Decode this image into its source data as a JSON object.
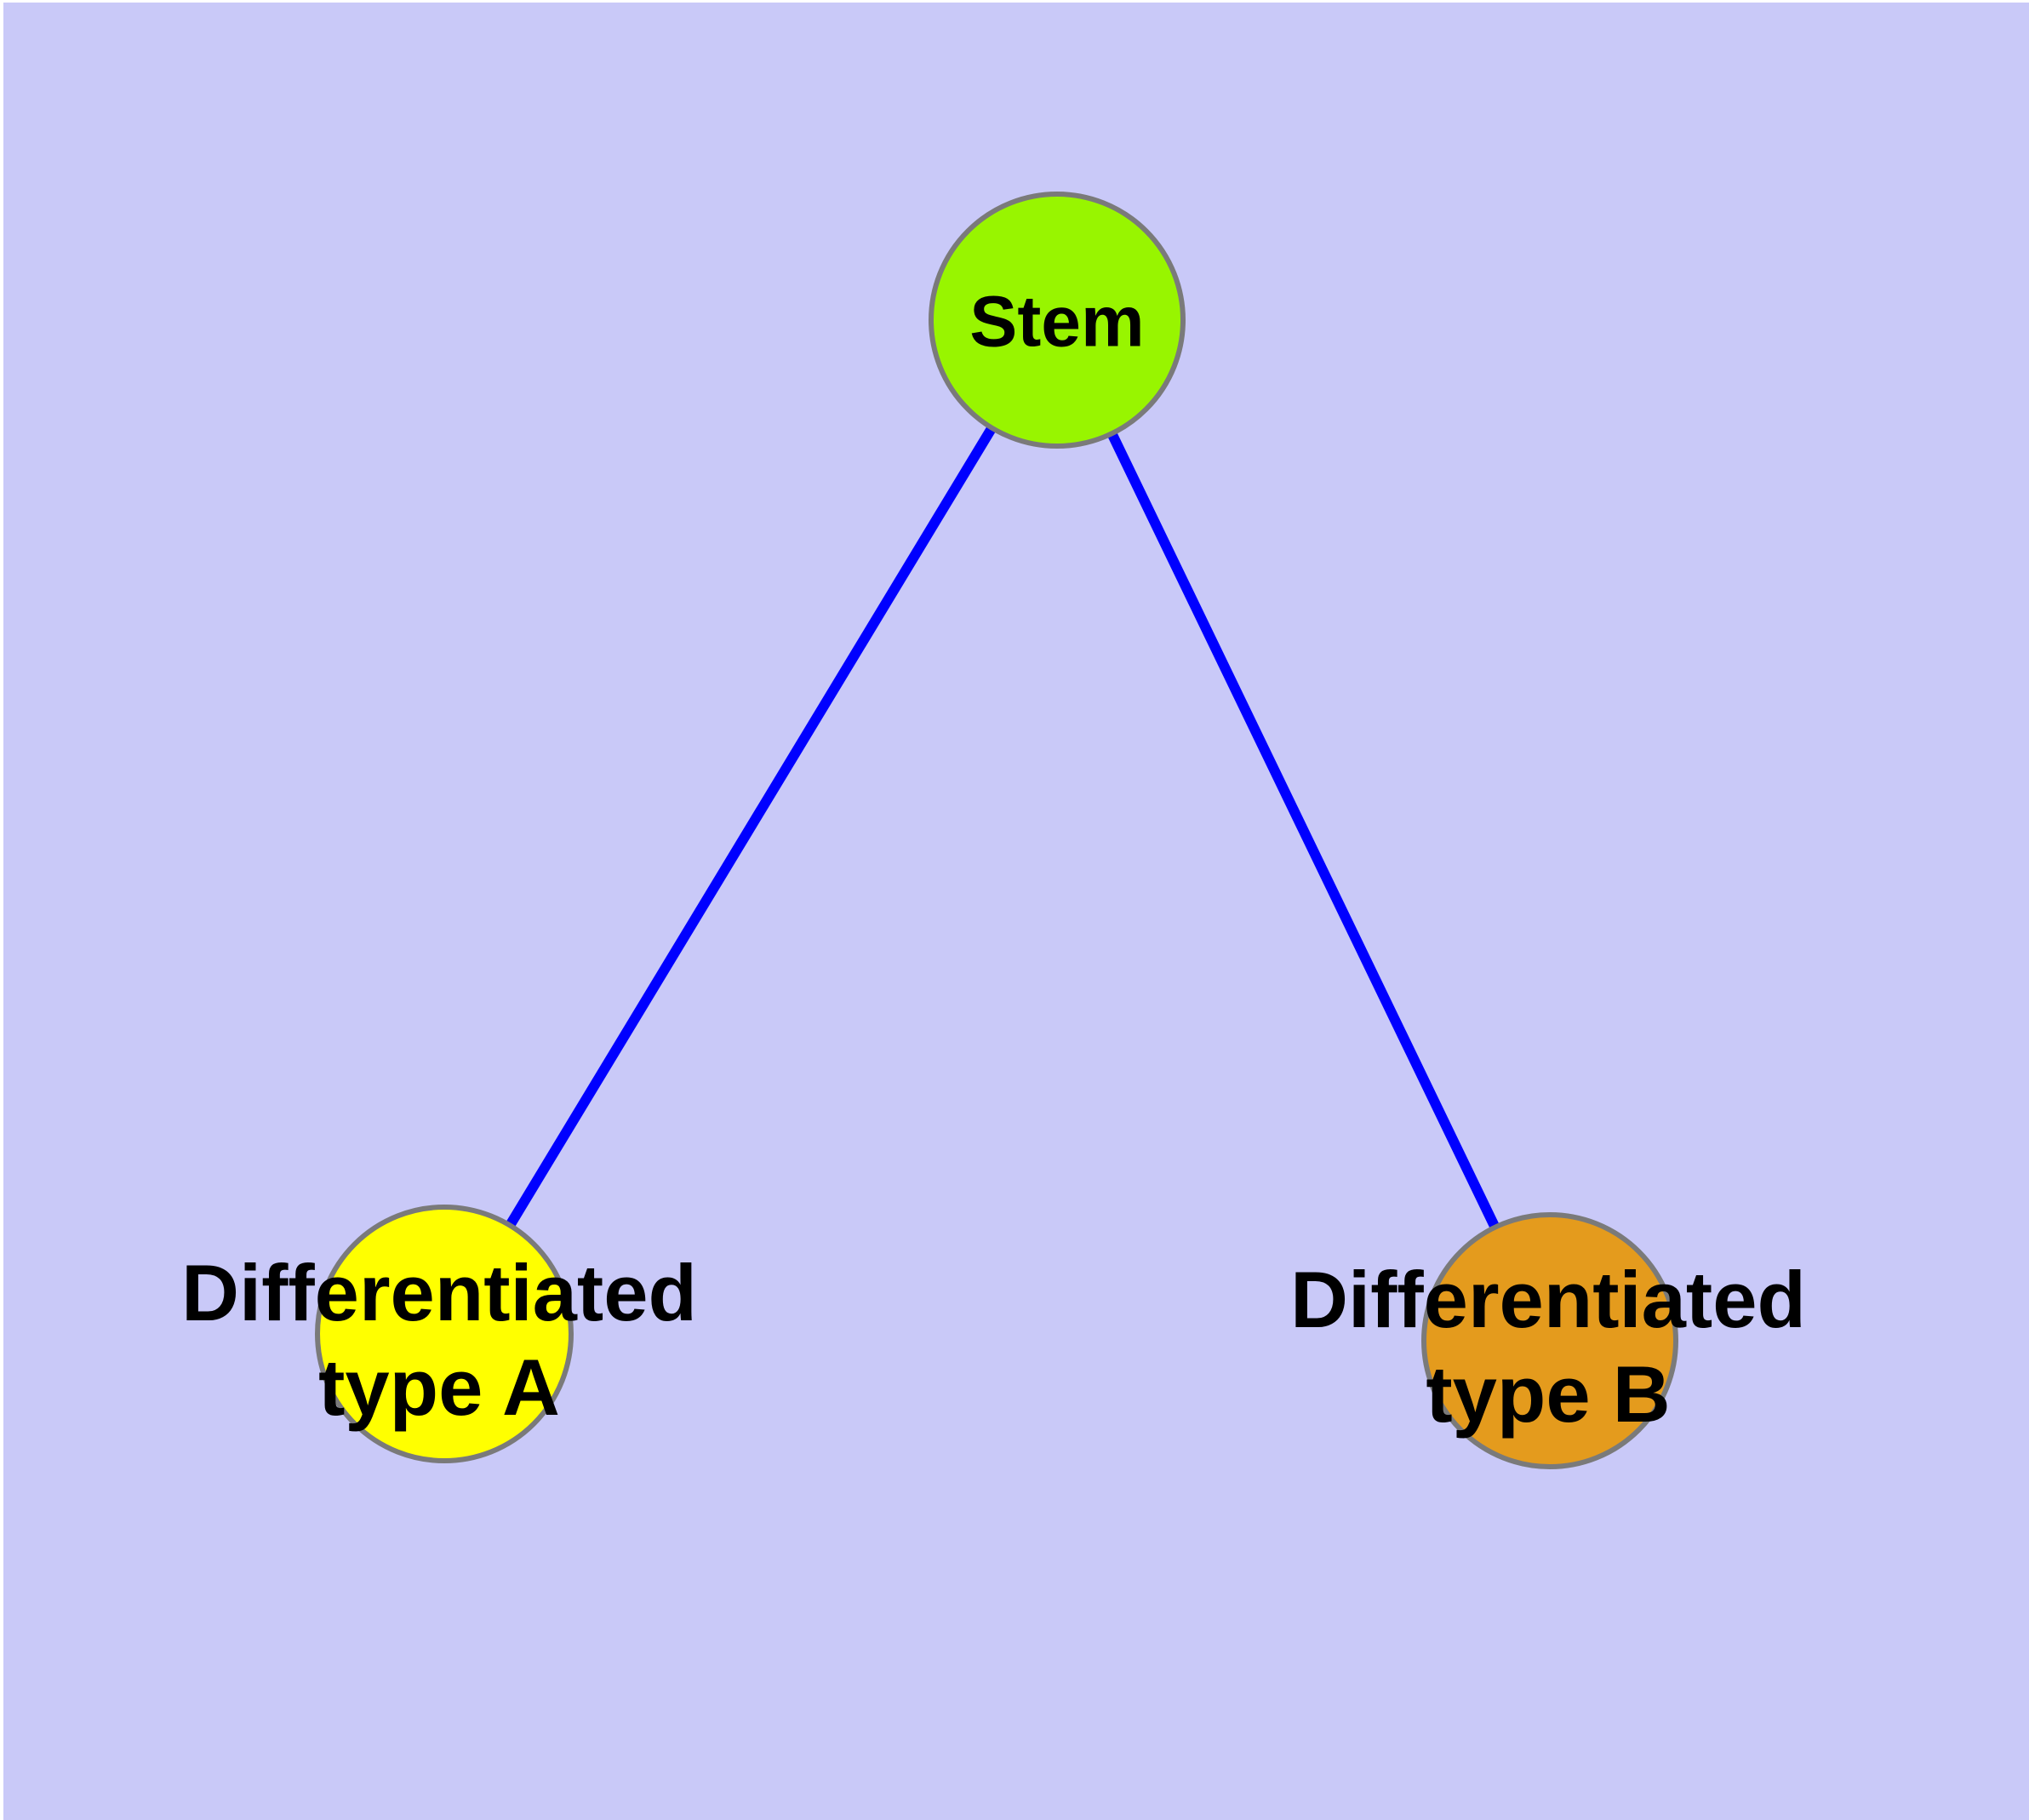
{
  "diagram": {
    "type": "node-link-graph",
    "background_color": "#C9C9F8",
    "edge_color": "#0000FF",
    "node_border_color": "#7A7A7A",
    "label_color": "#000000",
    "nodes": {
      "stem": {
        "label": "Stem",
        "fill": "#98F500"
      },
      "type_a": {
        "label_line1": "Differentiated",
        "label_line2": "type A",
        "fill": "#FFFF00"
      },
      "type_b": {
        "label_line1": "Differentiated",
        "label_line2": "type B",
        "fill": "#E49B1D"
      }
    },
    "edges": [
      {
        "from": "Stem",
        "to": "Differentiated type A"
      },
      {
        "from": "Stem",
        "to": "Differentiated type B"
      }
    ]
  }
}
